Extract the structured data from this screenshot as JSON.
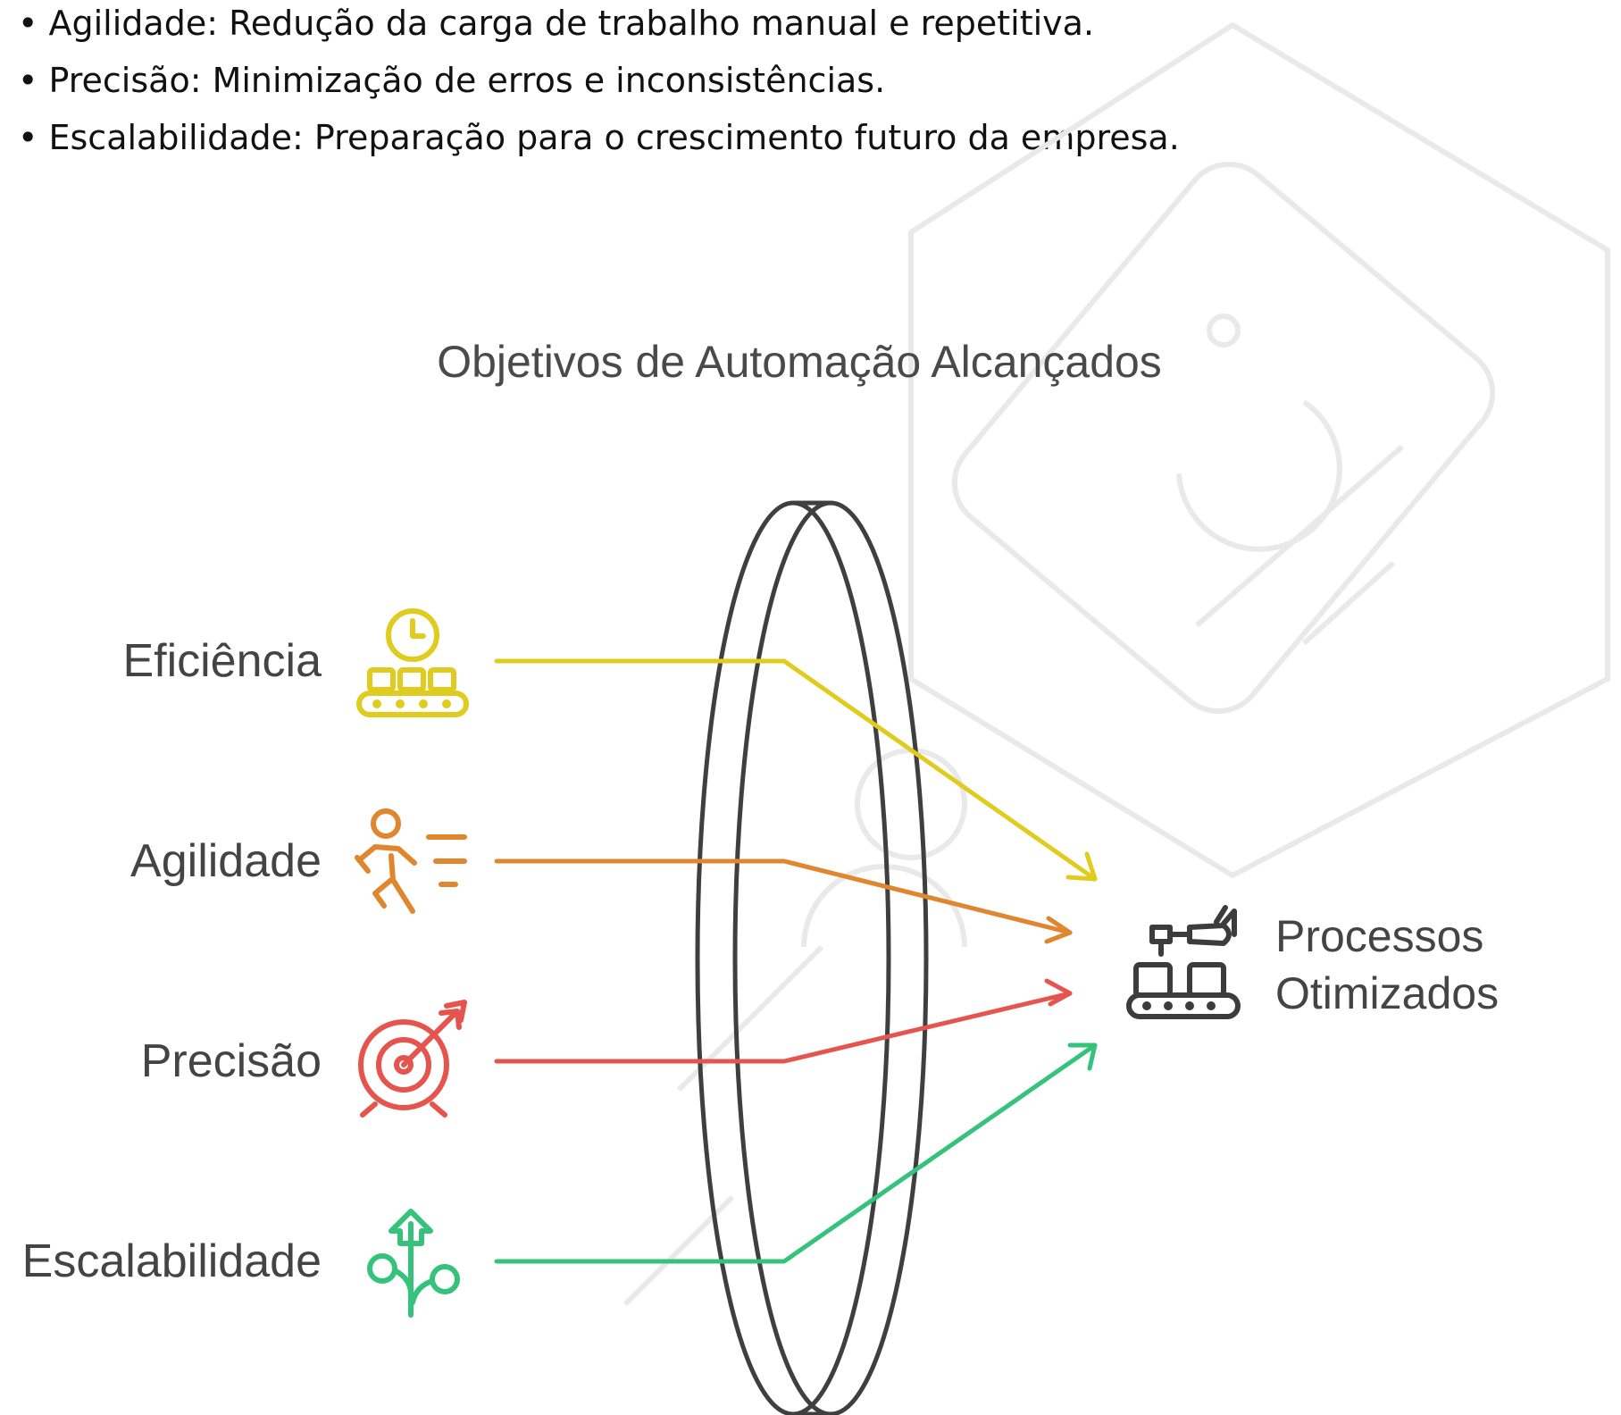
{
  "bullets": [
    "Agilidade: Redução da carga de trabalho manual e repetitiva.",
    "Precisão: Minimização de erros e inconsistências.",
    "Escalabilidade: Preparação para o crescimento futuro da empresa."
  ],
  "diagram": {
    "title": "Objetivos de Automação Alcançados",
    "inputs": [
      {
        "label": "Eficiência",
        "icon": "conveyor-clock-icon",
        "color": "#e0cc1f"
      },
      {
        "label": "Agilidade",
        "icon": "running-person-icon",
        "color": "#e0862f"
      },
      {
        "label": "Precisão",
        "icon": "target-arrow-icon",
        "color": "#e5554e"
      },
      {
        "label": "Escalabilidade",
        "icon": "growth-plant-icon",
        "color": "#35c27a"
      }
    ],
    "output": {
      "line1": "Processos",
      "line2": "Otimizados",
      "icon": "robotic-conveyor-icon",
      "color": "#3c3c3c"
    },
    "lens_icon": "lens-icon",
    "watermark_icon": "hexagon-logo-watermark"
  }
}
